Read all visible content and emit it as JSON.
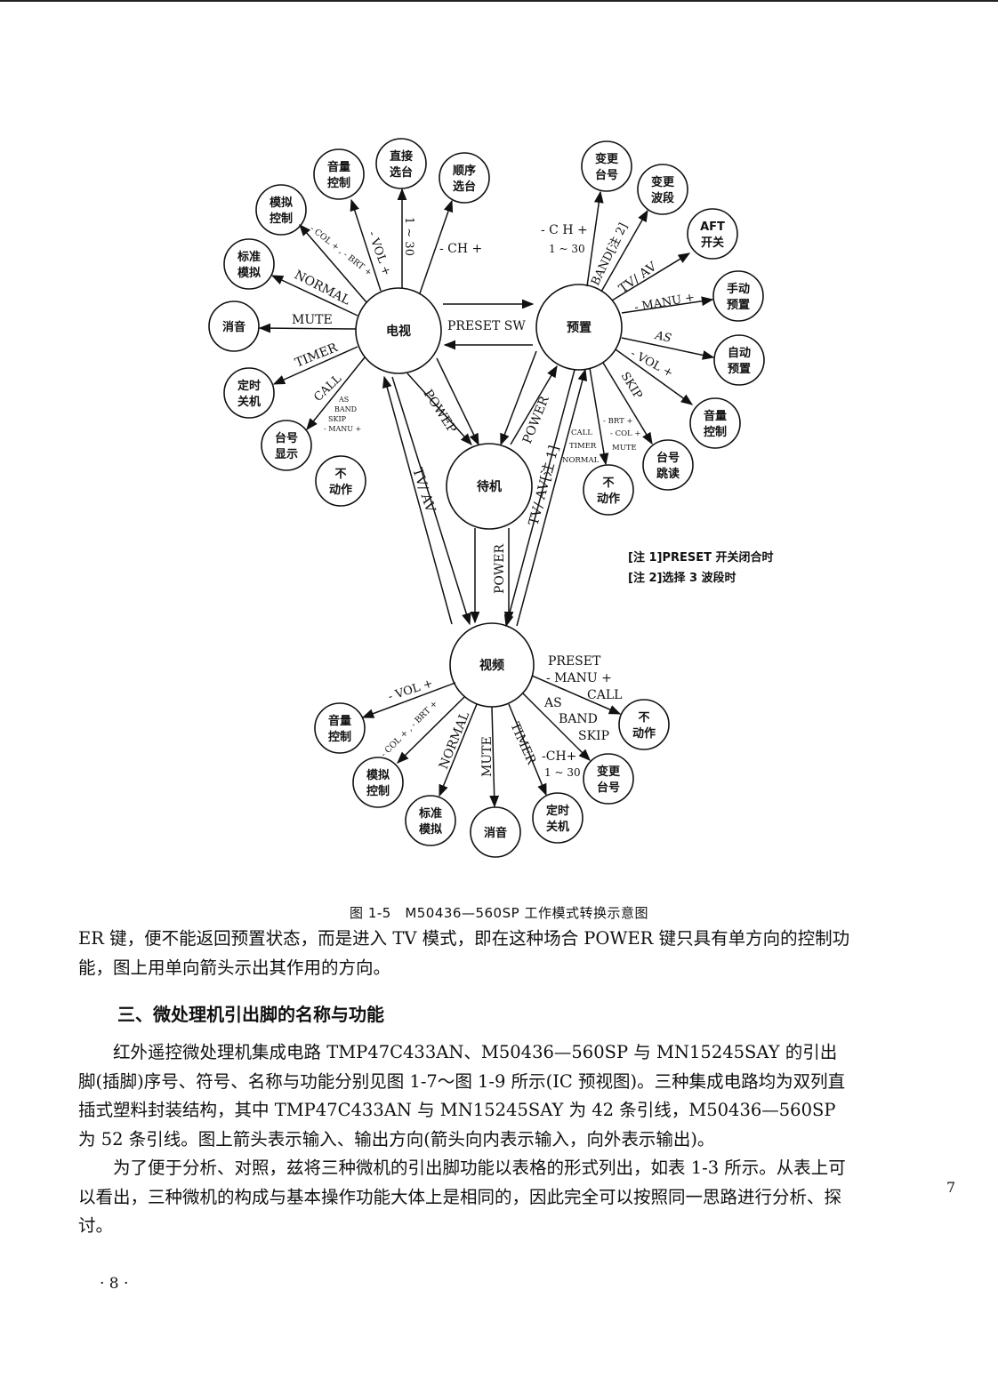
{
  "nodes": {
    "tv": "电视",
    "preset": "预置",
    "standby": "待机",
    "video": "视频"
  },
  "tv_outer": {
    "volume": [
      "音量",
      "控制"
    ],
    "direct": [
      "直接",
      "选台"
    ],
    "sequence": [
      "顺序",
      "选台"
    ],
    "analog": [
      "模拟",
      "控制"
    ],
    "normal": [
      "标准",
      "模拟"
    ],
    "mute": [
      "消音"
    ],
    "timer": [
      "定时",
      "关机"
    ],
    "display": [
      "台号",
      "显示"
    ],
    "noop": [
      "不",
      "动作"
    ]
  },
  "preset_outer": {
    "change_ch": [
      "变更",
      "台号"
    ],
    "change_band": [
      "变更",
      "波段"
    ],
    "aft": [
      "AFT",
      "开关"
    ],
    "manual": [
      "手动",
      "预置"
    ],
    "auto": [
      "自动",
      "预置"
    ],
    "volume": [
      "音量",
      "控制"
    ],
    "skip": [
      "台号",
      "跳读"
    ],
    "noop": [
      "不",
      "动作"
    ]
  },
  "video_outer": {
    "volume": [
      "音量",
      "控制"
    ],
    "analog": [
      "模拟",
      "控制"
    ],
    "normal": [
      "标准",
      "模拟"
    ],
    "mute": [
      "消音"
    ],
    "timer": [
      "定时",
      "关机"
    ],
    "change_ch": [
      "变更",
      "台号"
    ],
    "noop": [
      "不",
      "动作"
    ]
  },
  "labels": {
    "tv_vol": "- VOL +",
    "tv_130": "1 ~ 30",
    "tv_ch": "- CH +",
    "tv_colbrt": "- COL + , - BRT +",
    "tv_normal": "NORMAL",
    "tv_mute": "MUTE",
    "tv_timer": "TIMER",
    "tv_call": "CALL",
    "tv_as": "AS",
    "tv_band": "BAND",
    "tv_skip": "SKIP",
    "tv_manu": "- MANU +",
    "preset_sw": "PRESET SW",
    "pr_ch": "- C H +",
    "pr_130": "1 ~ 30",
    "pr_band": "BAND[注 2]",
    "pr_tvav": "TV/ AV",
    "pr_manu": "- MANU +",
    "pr_as": "AS",
    "pr_vol": "- VOL +",
    "pr_skip": "SKIP",
    "pr_brt": "- BRT +",
    "pr_col": "- COL +",
    "pr_call": "CALL",
    "pr_timer": "TIMER",
    "pr_mute": "MUTE",
    "pr_normal": "NORMAL",
    "power_tv": "POWEP",
    "power_pr": "POWER",
    "power_vid": "POWER",
    "tvav_left": "TV/ AV",
    "tvav_right": "TV/ AV[注 1]",
    "vd_vol": "- VOL +",
    "vd_colbrt": "- COL + , - BRT +",
    "vd_normal": "NORMAL",
    "vd_mute": "MUTE",
    "vd_timer": "TIMER",
    "vd_ch": "-CH+",
    "vd_130": "1 ~ 30",
    "vd_preset": "PRESET",
    "vd_manu": "- MANU +",
    "vd_call": "CALL",
    "vd_as": "AS",
    "vd_band": "BAND",
    "vd_skip": "SKIP"
  },
  "notes": {
    "note1": "[注 1]PRESET 开关闭合时",
    "note2": "[注 2]选择 3 波段时"
  },
  "caption": "图 1-5　M50436—560SP 工作模式转换示意图",
  "text": {
    "para_cont": "ER 键，便不能返回预置状态，而是进入 TV 模式，即在这种场合 POWER 键只具有单方向的控制功能，图上用单向箭头示出其作用的方向。",
    "heading": "三、微处理机引出脚的名称与功能",
    "para2": "红外遥控微处理机集成电路 TMP47C433AN、M50436—560SP 与 MN15245SAY 的引出脚(插脚)序号、符号、名称与功能分别见图 1-7～图 1-9 所示(IC 预视图)。三种集成电路均为双列直插式塑料封装结构，其中 TMP47C433AN 与 MN15245SAY 为 42 条引线，M50436—560SP 为 52 条引线。图上箭头表示输入、输出方向(箭头向内表示输入，向外表示输出)。",
    "para3": "为了便于分析、对照，兹将三种微机的引出脚功能以表格的形式列出，如表 1-3 所示。从表上可以看出，三种微机的构成与基本操作功能大体上是相同的，因此完全可以按照同一思路进行分析、探讨。"
  },
  "page_number": "· 8 ·",
  "stray_mark": "7"
}
